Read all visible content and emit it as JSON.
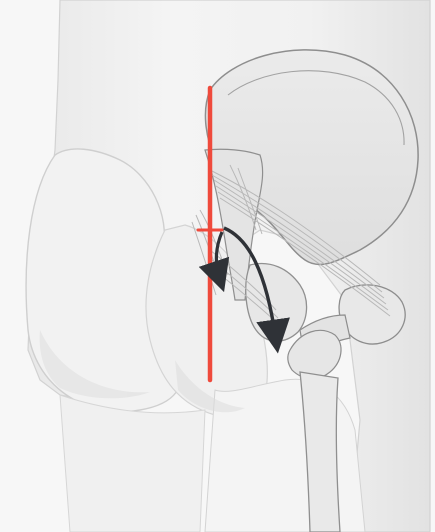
{
  "illustration": {
    "subject": "anatomical-hip-pelvis-posterior-view",
    "colors": {
      "background": "#f7f7f7",
      "skin": "#efefef",
      "skin_shadow": "#d8d8d8",
      "bone_fill": "#e6e6e6",
      "bone_outline": "#8e8e8e",
      "ligament": "#b8b8b8",
      "reference_line": "#ef4a3c",
      "arrow": "#2f3237"
    },
    "elements": [
      {
        "name": "vertical-reference-line",
        "color": "reference_line"
      },
      {
        "name": "short-curved-arrow",
        "color": "arrow"
      },
      {
        "name": "long-curved-arrow",
        "color": "arrow"
      }
    ]
  }
}
